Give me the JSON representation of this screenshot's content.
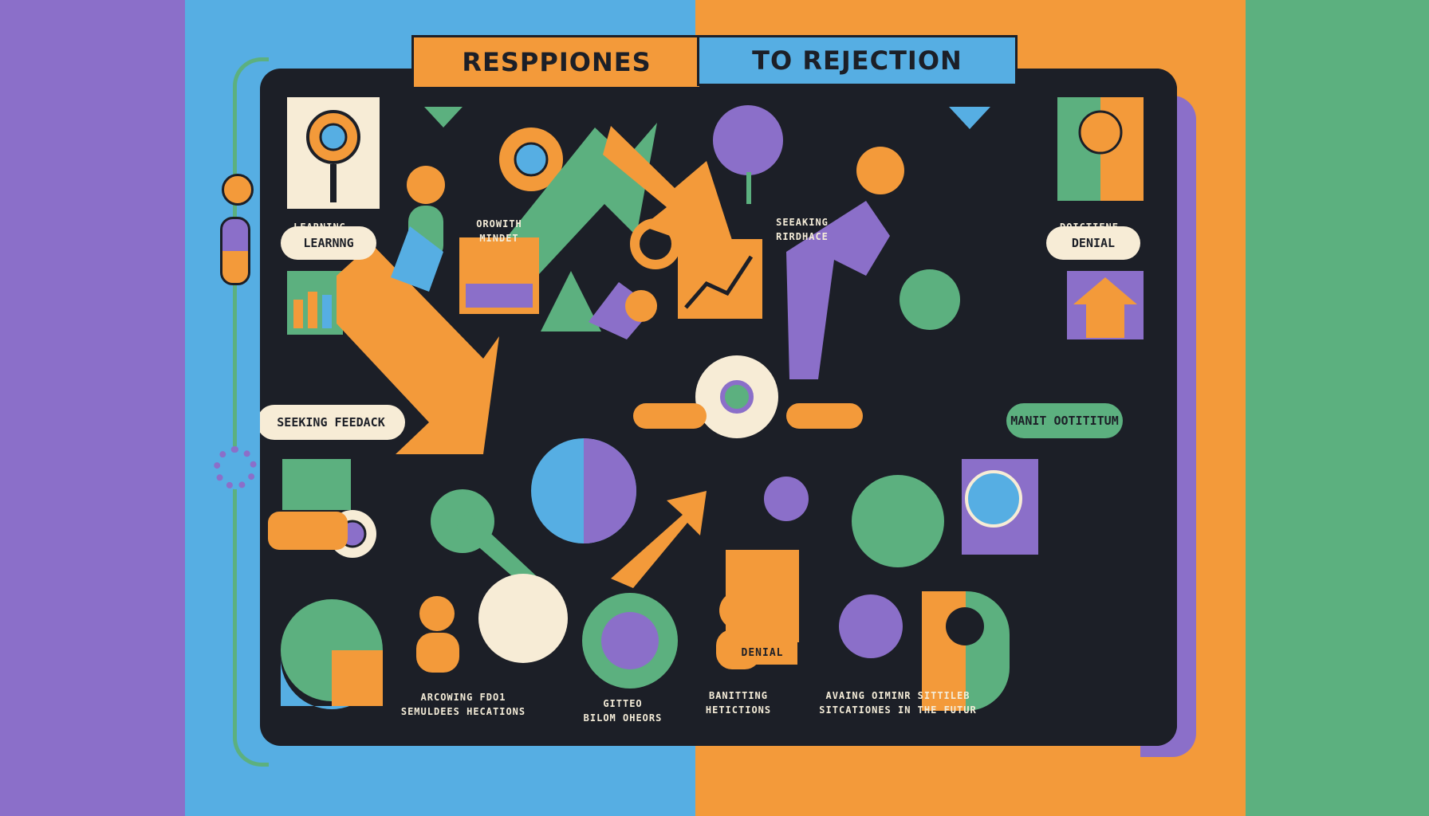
{
  "title": {
    "left": "RESPPIONES",
    "right": "TO REJECTION"
  },
  "top_labels": {
    "learning": "LEARNING",
    "growth": "OROWITH\nMINDET",
    "seeking": "SEEAKING\nRIRDHACE",
    "doictiene": "DOICTIENE"
  },
  "pills": {
    "learning": "LEARNNG",
    "seeking_feedback": "SEEKING FEEDACK",
    "denial_top": "DENIAL",
    "manit": "MANIT OOTITITUM",
    "denial_card": "DENIAL"
  },
  "bottom_labels": {
    "arcowing": "ARCOWING FDO1\nSEMULDEES HECATIONS",
    "gitted": "GITTEO\nBILOM OHEORS",
    "banitting": "BANITTING\nHETICTIONS",
    "avaing": "AVAING OIMINR SITTILEB\nSITCATIONES IN THE FUTUR"
  },
  "colors": {
    "purple": "#8b6fc9",
    "blue": "#56aee3",
    "orange": "#f39a3a",
    "green": "#5cb07f",
    "dark": "#1c1f27",
    "cream": "#f7ecd6"
  }
}
